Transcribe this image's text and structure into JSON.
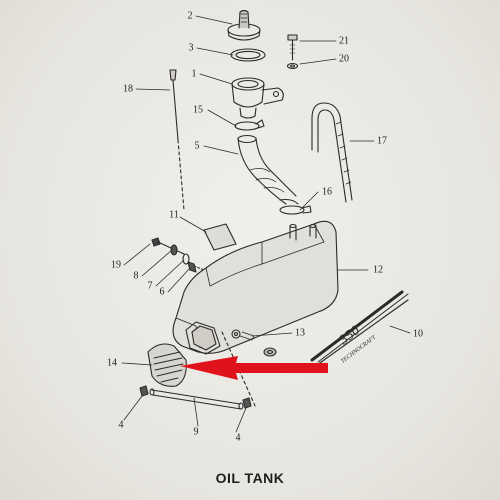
{
  "title": "OIL TANK",
  "decal": {
    "number": "350",
    "script": "TECHNOCRAFT"
  },
  "callouts": {
    "c1": "1",
    "c2": "2",
    "c3": "3",
    "c4a": "4",
    "c4b": "4",
    "c5": "5",
    "c6": "6",
    "c7": "7",
    "c8": "8",
    "c9": "9",
    "c10": "10",
    "c11": "11",
    "c12": "12",
    "c13": "13",
    "c14": "14",
    "c15": "15",
    "c16": "16",
    "c17": "17",
    "c18": "18",
    "c19": "19",
    "c20": "20",
    "c21": "21"
  },
  "colors": {
    "ink": "#2a2a2a",
    "arrow": "#e0121b",
    "paper": "#ecebe6"
  },
  "annotation": {
    "arrow_icon": "red-arrow-icon",
    "points_to": "14"
  }
}
